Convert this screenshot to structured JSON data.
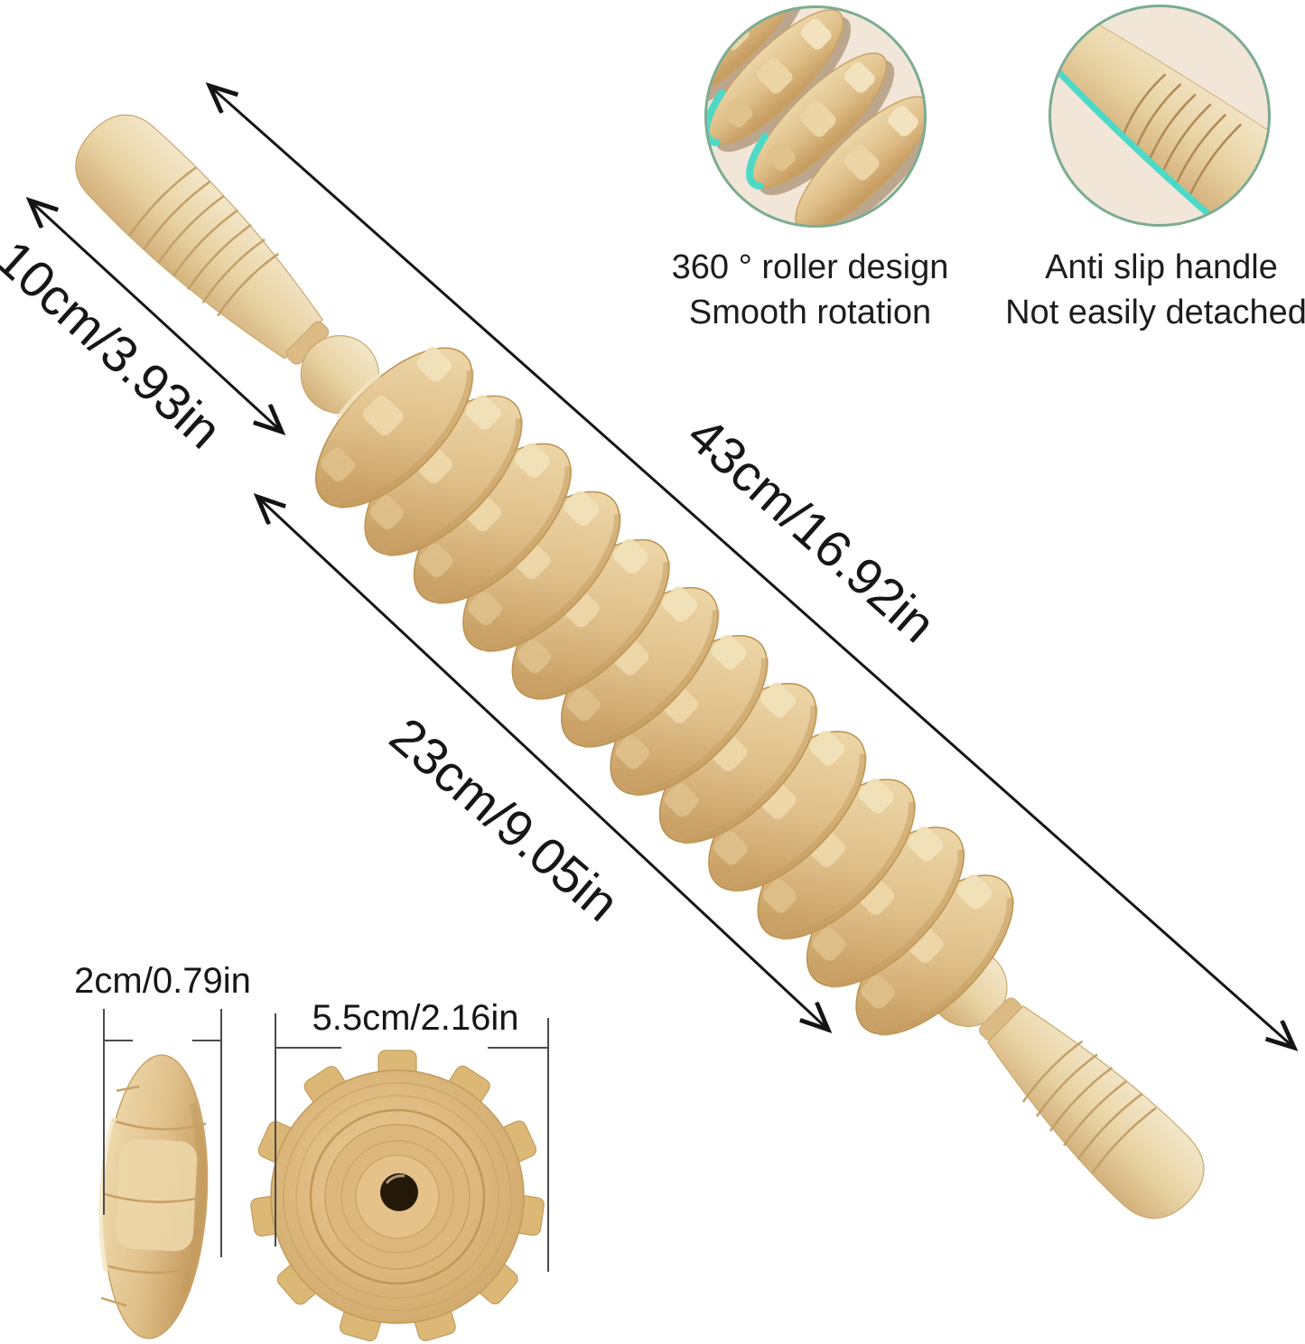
{
  "dimensions": {
    "handle": "10cm/3.93in",
    "total": "43cm/16.92in",
    "roller_section": "23cm/9.05in",
    "disc_thickness": "2cm/0.79in",
    "disc_diameter": "5.5cm/2.16in"
  },
  "callouts": [
    {
      "line1": "360 ° roller design",
      "line2": "Smooth rotation"
    },
    {
      "line1": "Anti slip handle",
      "line2": "Not easily detached"
    }
  ],
  "colors": {
    "background": "#ffffff",
    "wood_light": "#f1e4c4",
    "wood_mid": "#ddbb84",
    "wood_dark": "#b68d55",
    "teal_accent": "#4ed9c6",
    "circle_border": "#7cac90",
    "circle_bg": "#f2e6d9",
    "arrow": "#141414",
    "text": "#1d1d1d"
  }
}
